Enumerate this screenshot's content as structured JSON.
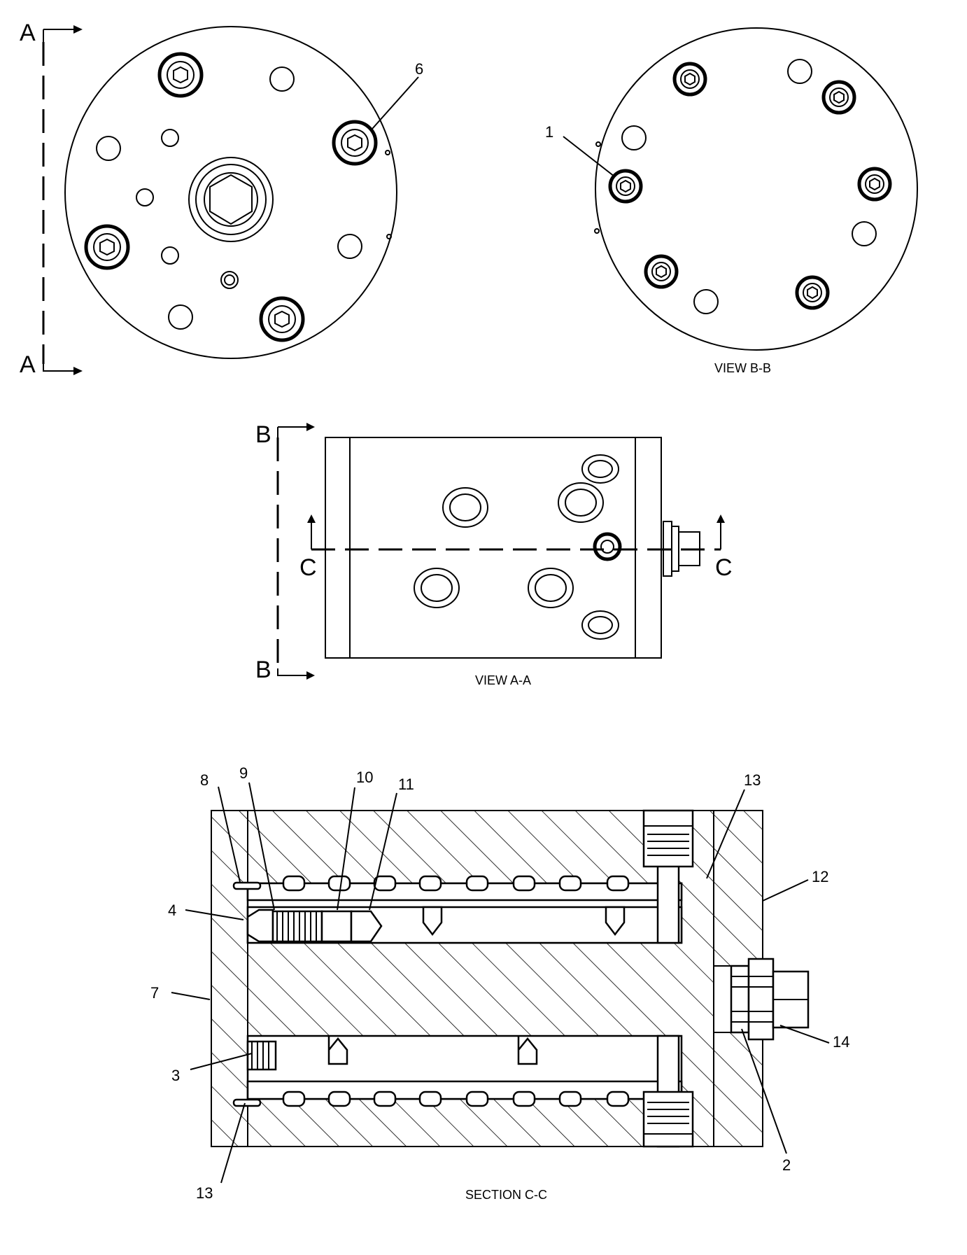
{
  "section_marks": {
    "a": "A",
    "b": "B",
    "c": "C"
  },
  "views": {
    "view_b": "VIEW B-B",
    "view_a": "VIEW A-A",
    "section_c": "SECTION C-C"
  },
  "callouts": {
    "p1": "1",
    "p2": "2",
    "p3": "3",
    "p4": "4",
    "p6": "6",
    "p7": "7",
    "p8": "8",
    "p9": "9",
    "p10": "10",
    "p11": "11",
    "p12": "12",
    "p13_top": "13",
    "p13_bottom": "13",
    "p14": "14"
  }
}
